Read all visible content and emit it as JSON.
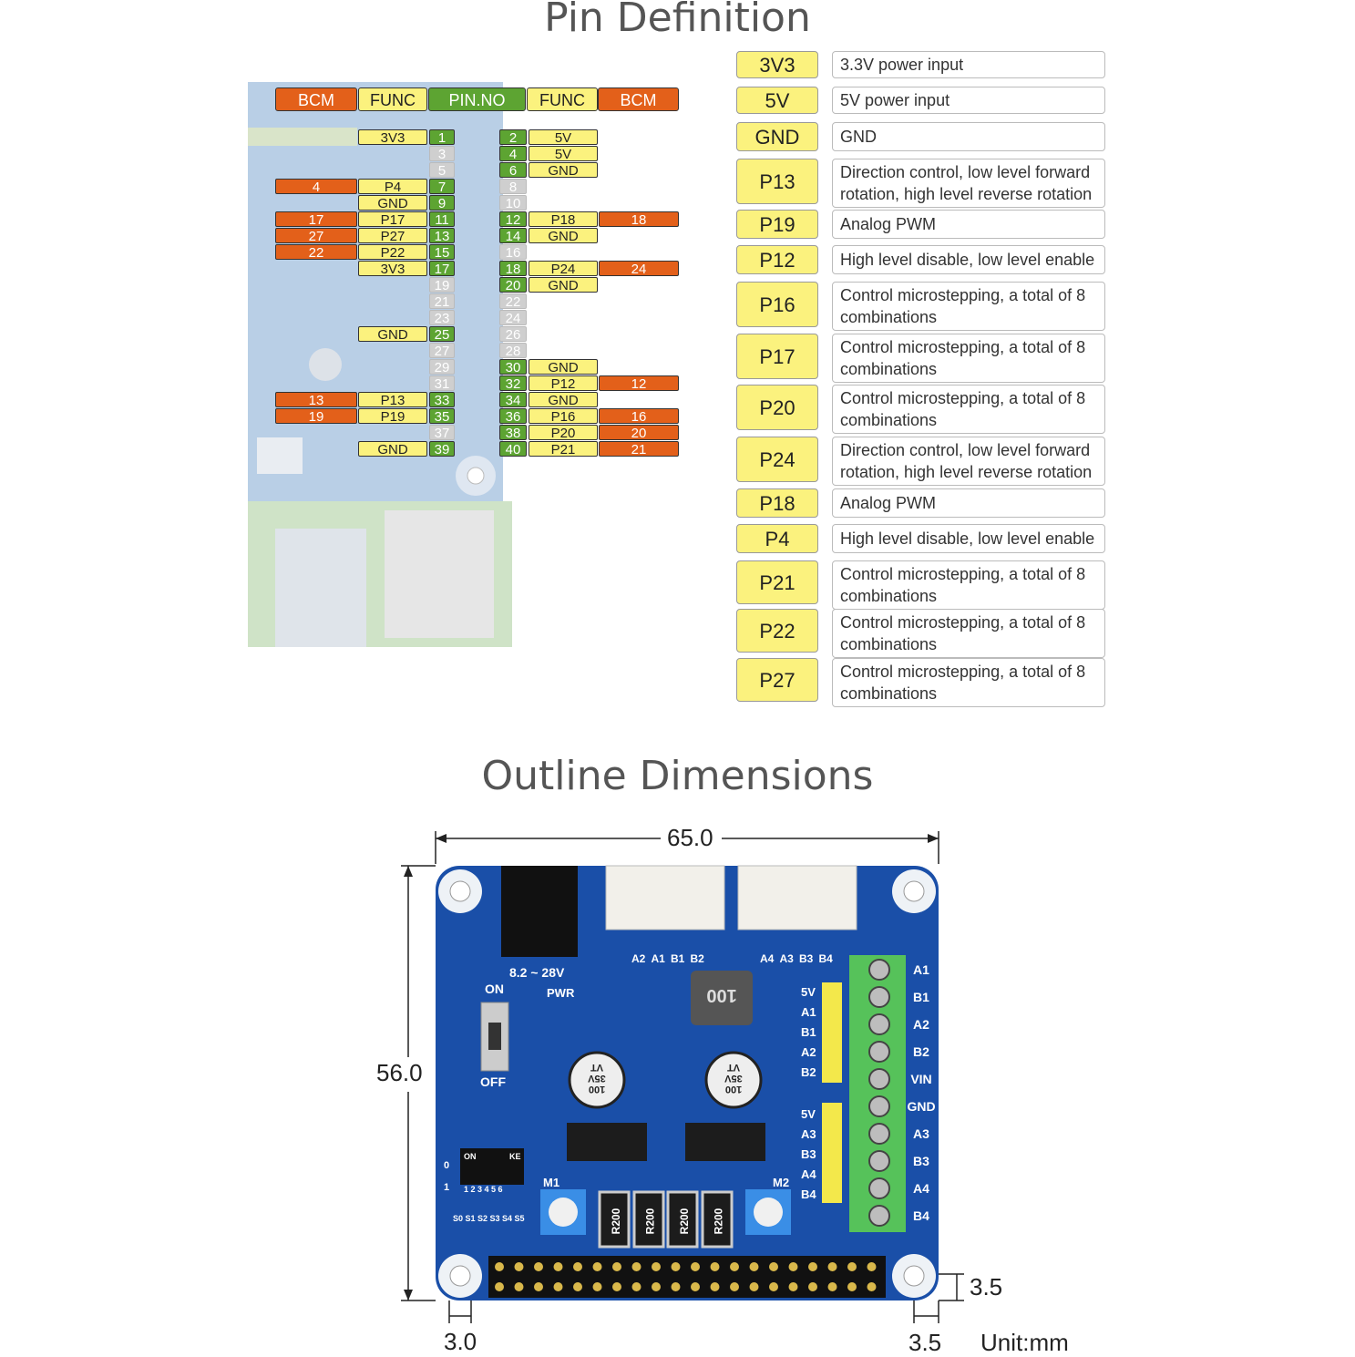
{
  "titles": {
    "pin": "Pin Definition",
    "outline": "Outline Dimensions"
  },
  "header": {
    "bcm": "BCM",
    "func": "FUNC",
    "pinno": "PIN.NO"
  },
  "left_pins": [
    {
      "no": "1",
      "func": "3V3",
      "bcm": ""
    },
    {
      "no": "3",
      "func": "",
      "bcm": ""
    },
    {
      "no": "5",
      "func": "",
      "bcm": ""
    },
    {
      "no": "7",
      "func": "P4",
      "bcm": "4"
    },
    {
      "no": "9",
      "func": "GND",
      "bcm": ""
    },
    {
      "no": "11",
      "func": "P17",
      "bcm": "17"
    },
    {
      "no": "13",
      "func": "P27",
      "bcm": "27"
    },
    {
      "no": "15",
      "func": "P22",
      "bcm": "22"
    },
    {
      "no": "17",
      "func": "3V3",
      "bcm": ""
    },
    {
      "no": "19",
      "func": "",
      "bcm": ""
    },
    {
      "no": "21",
      "func": "",
      "bcm": ""
    },
    {
      "no": "23",
      "func": "",
      "bcm": ""
    },
    {
      "no": "25",
      "func": "GND",
      "bcm": ""
    },
    {
      "no": "27",
      "func": "",
      "bcm": ""
    },
    {
      "no": "29",
      "func": "",
      "bcm": ""
    },
    {
      "no": "31",
      "func": "",
      "bcm": ""
    },
    {
      "no": "33",
      "func": "P13",
      "bcm": "13"
    },
    {
      "no": "35",
      "func": "P19",
      "bcm": "19"
    },
    {
      "no": "37",
      "func": "",
      "bcm": ""
    },
    {
      "no": "39",
      "func": "GND",
      "bcm": ""
    }
  ],
  "right_pins": [
    {
      "no": "2",
      "func": "5V",
      "bcm": ""
    },
    {
      "no": "4",
      "func": "5V",
      "bcm": ""
    },
    {
      "no": "6",
      "func": "GND",
      "bcm": ""
    },
    {
      "no": "8",
      "func": "",
      "bcm": ""
    },
    {
      "no": "10",
      "func": "",
      "bcm": ""
    },
    {
      "no": "12",
      "func": "P18",
      "bcm": "18"
    },
    {
      "no": "14",
      "func": "GND",
      "bcm": ""
    },
    {
      "no": "16",
      "func": "",
      "bcm": ""
    },
    {
      "no": "18",
      "func": "P24",
      "bcm": "24"
    },
    {
      "no": "20",
      "func": "GND",
      "bcm": ""
    },
    {
      "no": "22",
      "func": "",
      "bcm": ""
    },
    {
      "no": "24",
      "func": "",
      "bcm": ""
    },
    {
      "no": "26",
      "func": "",
      "bcm": ""
    },
    {
      "no": "28",
      "func": "",
      "bcm": ""
    },
    {
      "no": "30",
      "func": "GND",
      "bcm": ""
    },
    {
      "no": "32",
      "func": "P12",
      "bcm": "12"
    },
    {
      "no": "34",
      "func": "GND",
      "bcm": ""
    },
    {
      "no": "36",
      "func": "P16",
      "bcm": "16"
    },
    {
      "no": "38",
      "func": "P20",
      "bcm": "20"
    },
    {
      "no": "40",
      "func": "P21",
      "bcm": "21"
    }
  ],
  "definitions": [
    {
      "pin": "3V3",
      "desc": "3.3V power input"
    },
    {
      "pin": "5V",
      "desc": "5V power input"
    },
    {
      "pin": "GND",
      "desc": "GND"
    },
    {
      "pin": "P13",
      "desc": "Direction control, low level forward rotation, high level reverse rotation"
    },
    {
      "pin": "P19",
      "desc": "Analog PWM"
    },
    {
      "pin": "P12",
      "desc": "High level disable, low level enable"
    },
    {
      "pin": "P16",
      "desc": "Control microstepping, a total of 8 combinations"
    },
    {
      "pin": "P17",
      "desc": "Control microstepping, a total of 8 combinations"
    },
    {
      "pin": "P20",
      "desc": "Control microstepping, a total of 8 combinations"
    },
    {
      "pin": "P24",
      "desc": "Direction control, low level forward rotation, high level reverse rotation"
    },
    {
      "pin": "P18",
      "desc": "Analog PWM"
    },
    {
      "pin": "P4",
      "desc": "High level disable, low level enable"
    },
    {
      "pin": "P21",
      "desc": "Control microstepping, a total of 8 combinations"
    },
    {
      "pin": "P22",
      "desc": "Control microstepping, a total of 8 combinations"
    },
    {
      "pin": "P27",
      "desc": "Control microstepping, a total of 8 combinations"
    }
  ],
  "board": {
    "voltage": "8.2 ~ 28V",
    "on": "ON",
    "off": "OFF",
    "pwr": "PWR",
    "motor_a": [
      "A2",
      "A1",
      "B1",
      "B2"
    ],
    "motor_b": [
      "A4",
      "A3",
      "B3",
      "B4"
    ],
    "hdr1": [
      "5V",
      "A1",
      "B1",
      "A2",
      "B2"
    ],
    "hdr2": [
      "5V",
      "A3",
      "B3",
      "A4",
      "B4"
    ],
    "terminal": [
      "A1",
      "B1",
      "A2",
      "B2",
      "VIN",
      "GND",
      "A3",
      "B3",
      "A4",
      "B4"
    ],
    "m1": "M1",
    "m2": "M2",
    "resistors": [
      "R200",
      "R200",
      "R200",
      "R200"
    ],
    "switch_labels": "S0 S1 S2 S3 S4 S5",
    "dip_on": "ON",
    "dip_ke": "KE",
    "dip_nums": "1 2 3 4 5 6",
    "dip_0": "0",
    "dip_1": "1",
    "cap": "100\n35V\nVT",
    "ind": "100"
  },
  "dimensions": {
    "width": "65.0",
    "height": "56.0",
    "hole_x": "3.0",
    "hole_x2": "3.5",
    "hole_y": "3.5",
    "unit": "Unit:mm"
  },
  "colors": {
    "orange": "#e3601a",
    "yellow": "#fbf27e",
    "green": "#5da432",
    "pcb": "#1a4fa8",
    "terminal": "#56c25a"
  }
}
